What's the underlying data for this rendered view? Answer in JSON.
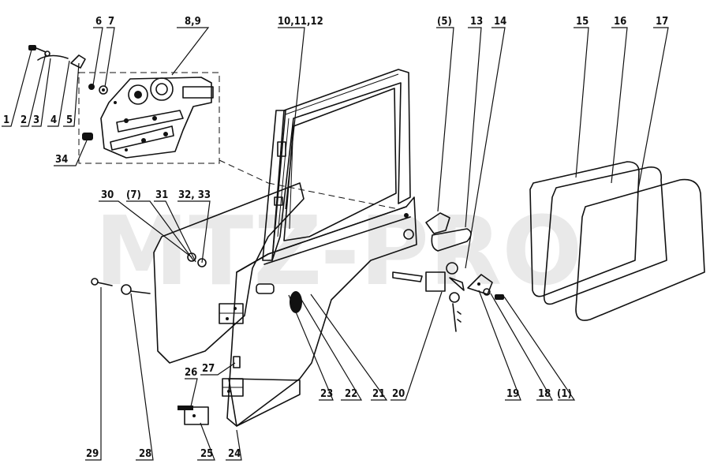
{
  "watermark": "MTZ-PRO",
  "colors": {
    "ink": "#111111",
    "paper": "#ffffff",
    "watermark": "#e9e9e9"
  },
  "callouts": [
    {
      "id": "c1",
      "label": "1"
    },
    {
      "id": "c2",
      "label": "2"
    },
    {
      "id": "c3",
      "label": "3"
    },
    {
      "id": "c4",
      "label": "4"
    },
    {
      "id": "c5",
      "label": "5"
    },
    {
      "id": "c6",
      "label": "6"
    },
    {
      "id": "c7",
      "label": "7"
    },
    {
      "id": "c8_9",
      "label": "8,9"
    },
    {
      "id": "c34",
      "label": "34"
    },
    {
      "id": "c10_12",
      "label": "10,11,12"
    },
    {
      "id": "cp5",
      "label": "(5)"
    },
    {
      "id": "c13",
      "label": "13"
    },
    {
      "id": "c14",
      "label": "14"
    },
    {
      "id": "c15",
      "label": "15"
    },
    {
      "id": "c16",
      "label": "16"
    },
    {
      "id": "c17",
      "label": "17"
    },
    {
      "id": "c30",
      "label": "30"
    },
    {
      "id": "cp7",
      "label": "(7)"
    },
    {
      "id": "c31",
      "label": "31"
    },
    {
      "id": "c32_33",
      "label": "32, 33"
    },
    {
      "id": "c29",
      "label": "29"
    },
    {
      "id": "c28",
      "label": "28"
    },
    {
      "id": "c26",
      "label": "26"
    },
    {
      "id": "c27",
      "label": "27"
    },
    {
      "id": "c25",
      "label": "25"
    },
    {
      "id": "c24",
      "label": "24"
    },
    {
      "id": "c23",
      "label": "23"
    },
    {
      "id": "c22",
      "label": "22"
    },
    {
      "id": "c21",
      "label": "21"
    },
    {
      "id": "c20",
      "label": "20"
    },
    {
      "id": "c19",
      "label": "19"
    },
    {
      "id": "c18",
      "label": "18"
    },
    {
      "id": "cp1",
      "label": "(1)"
    }
  ]
}
